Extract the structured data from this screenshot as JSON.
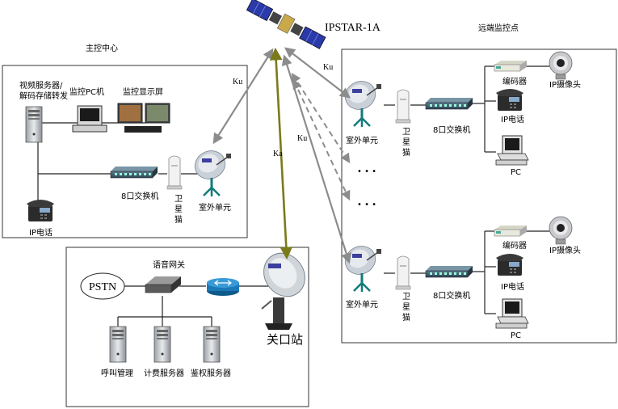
{
  "satellite": {
    "name": "IPSTAR-1A"
  },
  "main_center": {
    "title": "主控中心",
    "video_server": [
      "视频服务器/",
      "解码存储转发"
    ],
    "monitor_pc": "监控PC机",
    "monitor_display": "监控显示屏",
    "switch": "8口交换机",
    "modem": [
      "卫",
      "星",
      "猫"
    ],
    "outdoor_unit": "室外单元",
    "ip_phone": "IP电话"
  },
  "gateway_site": {
    "voice_gateway": "语音网关",
    "pstn": "PSTN",
    "station": "关口站",
    "call_mgmt": "呼叫管理",
    "billing_server": "计费服务器",
    "auth_server": "鉴权服务器"
  },
  "remote_site": {
    "title": "远端监控点",
    "groups": [
      {
        "outdoor_unit": "室外单元",
        "modem": [
          "卫",
          "星",
          "猫"
        ],
        "switch": "8口交换机",
        "encoder": "编码器",
        "camera": "IP摄像头",
        "ip_phone": "IP电话",
        "pc": "PC"
      },
      {
        "outdoor_unit": "室外单元",
        "modem": [
          "卫",
          "星",
          "猫"
        ],
        "switch": "8口交换机",
        "encoder": "编码器",
        "camera": "IP摄像头",
        "ip_phone": "IP电话",
        "pc": "PC"
      }
    ],
    "ellipsis": "• • •"
  },
  "links": {
    "ku1": "Ku",
    "ku2": "Ku",
    "ku3": "Ku",
    "ka": "Ka"
  },
  "colors": {
    "ku_link": "#8c8c8c",
    "ka_link": "#7a7a1a",
    "switch": "#3d5a6a",
    "router": "#1b79b8",
    "dish": "#c9d0d8"
  }
}
